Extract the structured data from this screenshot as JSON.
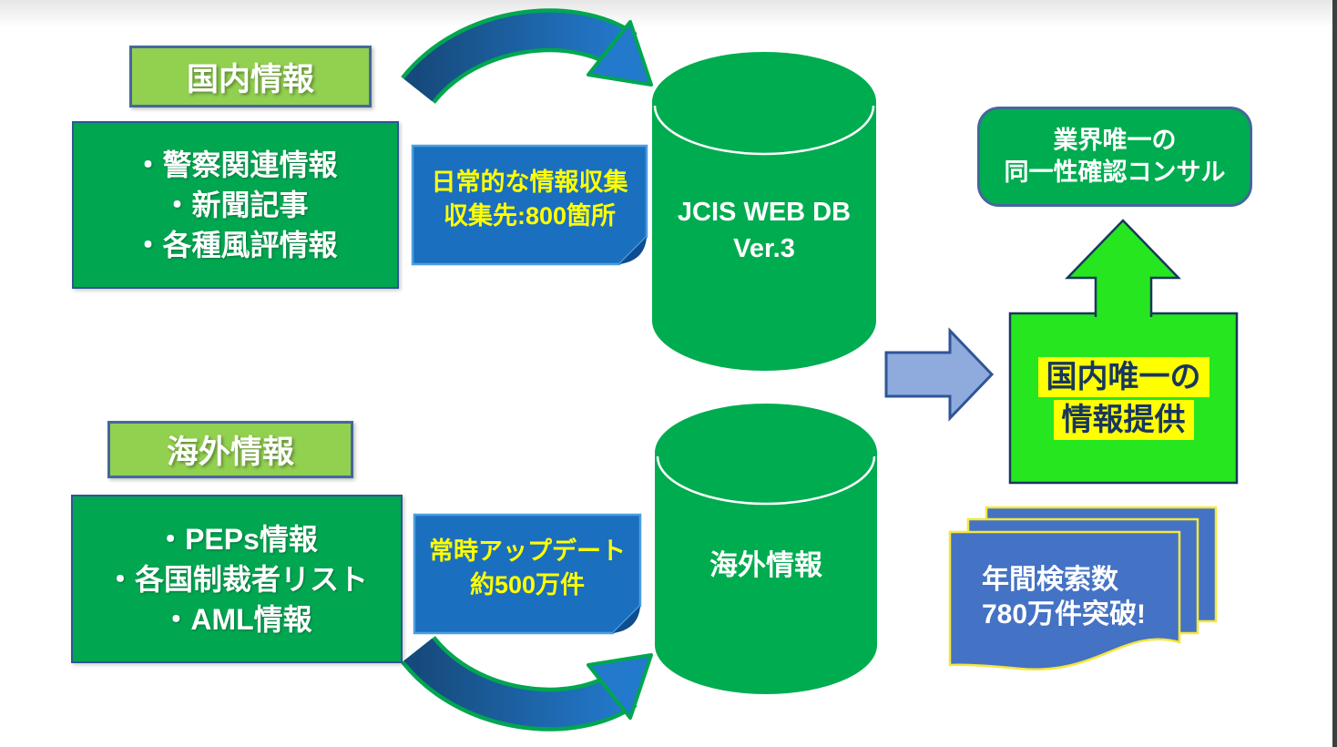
{
  "page": {
    "top_fade_color": "#e6e6e6",
    "right_edge_color": "#3f3f3f"
  },
  "colors": {
    "light_green_label": "#92D050",
    "green_box": "#00A650",
    "green_cylinder": "#00AC50",
    "bright_green": "#26E61F",
    "blue_note": "#1B6FBF",
    "note_fold": "#0E4D8F",
    "paper_blue": "#4472C4",
    "paper_border_yellow": "#F5E73B",
    "block_arrow_fill": "#8FAADC",
    "block_arrow_border": "#2F5597",
    "navy_text": "#17375E",
    "steel_border": "#44679C",
    "yellow_text": "#FFFF00",
    "curve_arrow_outline": "#00A650",
    "curve_arrow_blue_dark": "#164A7C",
    "curve_arrow_blue": "#2379CC"
  },
  "domestic": {
    "label": "国内情報",
    "sources": [
      "・警察関連情報",
      "・新聞記事",
      "・各種風評情報"
    ],
    "note": {
      "line1": "日常的な情報収集",
      "line2": "収集先:800箇所"
    }
  },
  "overseas": {
    "label": "海外情報",
    "sources": [
      "・PEPs情報",
      "・各国制裁者リスト",
      "・AML情報"
    ],
    "note": {
      "line1": "常時アップデート",
      "line2": "約500万件"
    }
  },
  "database": {
    "main": {
      "line1": "JCIS WEB DB",
      "line2": "Ver.3"
    },
    "overseas_label": "海外情報"
  },
  "results": {
    "consulting": {
      "line1": "業界唯一の",
      "line2": "同一性確認コンサル"
    },
    "unique": {
      "line1": "国内唯一の",
      "line2": "情報提供"
    },
    "stats": {
      "line1": "年間検索数",
      "line2": "780万件突破!"
    }
  }
}
